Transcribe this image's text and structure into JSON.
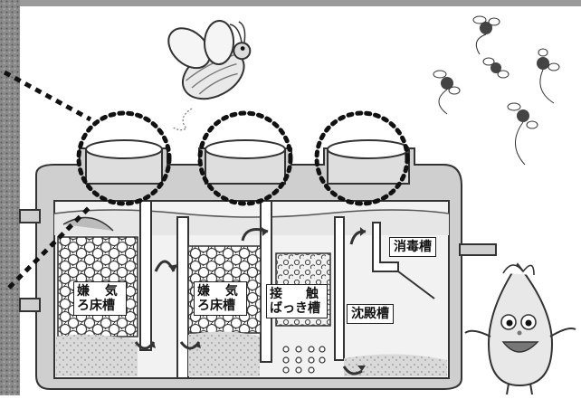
{
  "labels": {
    "anaerobic_1": {
      "line1": "嫌 気",
      "line2": "ろ床槽"
    },
    "anaerobic_2": {
      "line1": "嫌 気",
      "line2": "ろ床槽"
    },
    "contact_aeration": {
      "line1": "接　触",
      "line2": "ばっき槽"
    },
    "sedimentation": "沈殿槽",
    "disinfection": "消毒槽"
  },
  "colors": {
    "stone_texture": "#8a8a8a",
    "tank_body": "#cfcfcf",
    "tank_outline": "#333333",
    "water": "#e6e6e6",
    "sludge": "#bdbdbd",
    "dotted_circle": "#111111",
    "top_band": "#9a9a9a"
  },
  "icons": [
    "beetle-icon",
    "fly-icon",
    "water-drop-mascot-icon"
  ]
}
